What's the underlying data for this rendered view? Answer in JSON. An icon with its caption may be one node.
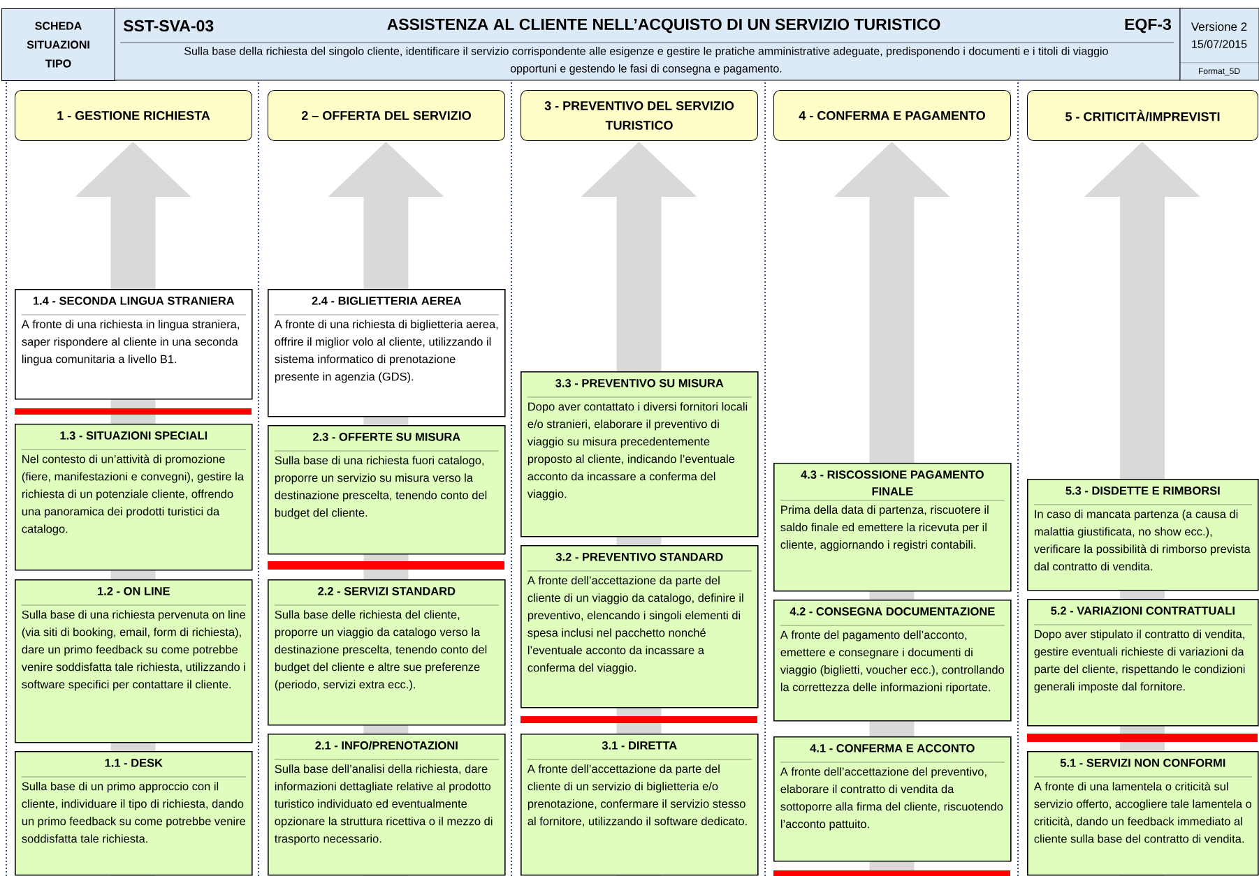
{
  "diagram": {
    "title": "ASSISTENZA AL CLIENTE NELL’ACQUISTO DI UN SERVIZIO TURISTICO",
    "nodes": [
      {
        "text": [
          "1 - GESTIONE RICHIESTA"
        ]
      },
      {
        "text": [
          "2 – OFFERTA DEL SERVIZIO"
        ]
      },
      {
        "text": [
          "3 - PREVENTIVO DEL SERVIZIO TURISTICO"
        ]
      },
      {
        "text": [
          "4 - CONFERMA E PAGAMENTO"
        ]
      },
      {
        "text": [
          "5 - CRITICITÀ/IMPREVISTI"
        ]
      },
      {
        "text": [
          "1.4 - SECONDA LINGUA STRANIERA",
          "A fronte di una richiesta in lingua straniera, saper rispondere al cliente in una seconda lingua comunitaria a livello B1."
        ]
      },
      {
        "text": [
          "1.3 - SITUAZIONI SPECIALI",
          "Nel contesto di un’attività di promozione (fiere, manifestazioni e convegni), gestire la richiesta di un potenziale cliente, offrendo una panoramica dei prodotti turistici da catalogo."
        ]
      },
      {
        "text": [
          "1.2 - ON LINE",
          "Sulla base di una richiesta pervenuta on line (via siti di booking, email, form di richiesta), dare un primo feedback su come potrebbe venire soddisfatta tale richiesta, utilizzando i software specifici per contattare il cliente."
        ]
      },
      {
        "text": [
          "1.1 - DESK",
          "Sulla base di un primo approccio con il cliente, individuare il tipo di richiesta, dando un primo feedback su come potrebbe venire soddisfatta tale richiesta."
        ]
      },
      {
        "text": [
          "2.4 - BIGLIETTERIA AEREA",
          "A fronte di una richiesta di biglietteria aerea, offrire il miglior volo al cliente, utilizzando il sistema informatico di prenotazione presente in agenzia (GDS)."
        ]
      },
      {
        "text": [
          "2.3 - OFFERTE SU MISURA",
          "Sulla base di una richiesta fuori catalogo, proporre un servizio su misura verso la destinazione prescelta, tenendo conto del budget del cliente."
        ]
      },
      {
        "text": [
          "2.2 - SERVIZI STANDARD",
          "Sulla base delle richiesta del cliente, proporre un viaggio da catalogo verso la destinazione prescelta, tenendo conto del budget del cliente e altre sue preferenze (periodo, servizi extra ecc.)."
        ]
      },
      {
        "text": [
          "2.1 - INFO/PRENOTAZIONI",
          "Sulla base dell’analisi della richiesta, dare informazioni dettagliate relative al prodotto turistico individuato ed eventualmente opzionare la struttura ricettiva o il mezzo di trasporto necessario."
        ]
      },
      {
        "text": [
          "3.3 - PREVENTIVO SU MISURA",
          "Dopo aver contattato i diversi fornitori locali e/o stranieri, elaborare il preventivo di viaggio su misura precedentemente proposto al cliente, indicando l’eventuale acconto da incassare a conferma del viaggio."
        ]
      },
      {
        "text": [
          "3.2 - PREVENTIVO STANDARD",
          "A fronte dell’accettazione da parte del cliente di un viaggio da catalogo, definire il preventivo, elencando i singoli elementi di spesa inclusi nel pacchetto nonché l’eventuale acconto da incassare a conferma del viaggio."
        ]
      },
      {
        "text": [
          "3.1 - DIRETTA",
          "A fronte dell’accettazione da parte del cliente di un servizio di biglietteria e/o prenotazione, confermare il servizio stesso al fornitore, utilizzando il software dedicato."
        ]
      },
      {
        "text": [
          "4.3 - RISCOSSIONE PAGAMENTO FINALE",
          "Prima della data di partenza, riscuotere il saldo finale ed emettere la ricevuta per il cliente, aggiornando i registri contabili."
        ]
      },
      {
        "text": [
          "4.2 - CONSEGNA DOCUMENTAZIONE",
          "A fronte del pagamento dell’acconto, emettere e consegnare i documenti di viaggio (biglietti, voucher ecc.), controllando la correttezza delle informazioni riportate."
        ]
      },
      {
        "text": [
          "4.1 - CONFERMA E ACCONTO",
          "A fronte dell’accettazione del preventivo, elaborare il contratto di vendita da sottoporre alla firma del cliente, riscuotendo l’acconto pattuito."
        ]
      },
      {
        "text": [
          "5.3 - DISDETTE E RIMBORSI",
          "In caso di mancata partenza (a causa di malattia giustificata, no show ecc.), verificare la possibilità di rimborso prevista dal contratto di vendita."
        ]
      },
      {
        "text": [
          "5.2 - VARIAZIONI CONTRATTUALI",
          "Dopo aver stipulato il contratto di vendita, gestire eventuali richieste di variazioni da parte del cliente, rispettando le condizioni generali imposte dal fornitore."
        ]
      },
      {
        "text": [
          "5.1 - SERVIZI NON CONFORMI",
          "A fronte di una lamentela o criticità sul servizio offerto, accogliere tale lamentela o criticità, dando un feedback immediato al cliente sulla base del contratto di vendita."
        ]
      }
    ],
    "labels": [
      "SCHEDA SITUAZIONI TIPO",
      "SST-SVA-03",
      "EQF-3",
      "Versione 2",
      "15/07/2015",
      "Sulla base della richiesta del singolo cliente, identificare il servizio corrispondente alle esigenze e gestire le pratiche amministrative adeguate, predisponendo i documenti e i titoli di viaggio opportuni e gestendo le fasi di consegna e pagamento.",
      "Format_5D"
    ]
  }
}
